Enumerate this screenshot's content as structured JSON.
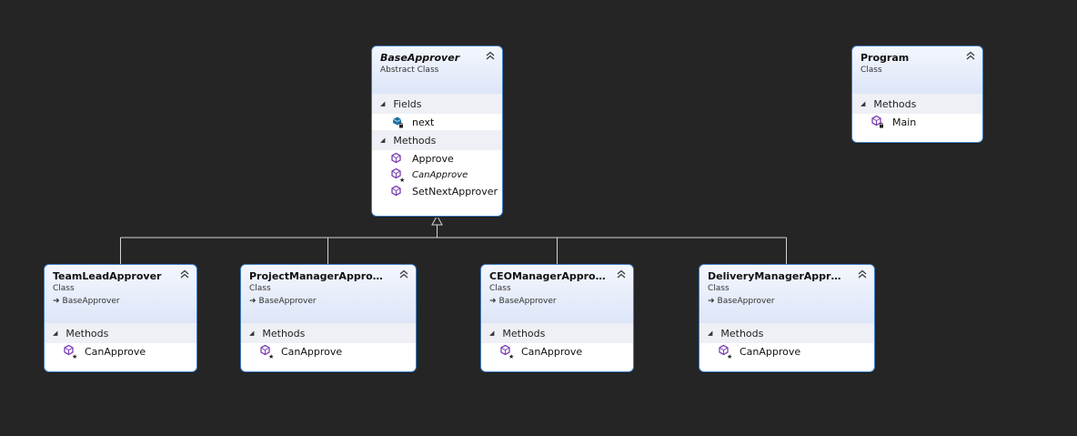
{
  "diagram": {
    "classes": {
      "base": {
        "name": "BaseApprover",
        "kind": "Abstract Class",
        "fields_label": "Fields",
        "fields": [
          "next"
        ],
        "methods_label": "Methods",
        "methods": [
          "Approve",
          "CanApprove",
          "SetNextApprover"
        ]
      },
      "program": {
        "name": "Program",
        "kind": "Class",
        "methods_label": "Methods",
        "methods": [
          "Main"
        ]
      },
      "teamlead": {
        "name": "TeamLeadApprover",
        "kind": "Class",
        "base": "BaseApprover",
        "methods_label": "Methods",
        "methods": [
          "CanApprove"
        ]
      },
      "projectmanager": {
        "name": "ProjectManagerApprover",
        "kind": "Class",
        "base": "BaseApprover",
        "methods_label": "Methods",
        "methods": [
          "CanApprove"
        ]
      },
      "ceomanager": {
        "name": "CEOManagerApprover",
        "kind": "Class",
        "base": "BaseApprover",
        "methods_label": "Methods",
        "methods": [
          "CanApprove"
        ]
      },
      "deliverymanager": {
        "name": "DeliveryManagerApprov...",
        "kind": "Class",
        "base": "BaseApprover",
        "methods_label": "Methods",
        "methods": [
          "CanApprove"
        ]
      }
    },
    "colors": {
      "background": "#252526",
      "border": "#3f7fc6",
      "method_icon": "#7b3fb5",
      "field_icon": "#1f6f9f",
      "connector": "#d4d4d4"
    }
  }
}
